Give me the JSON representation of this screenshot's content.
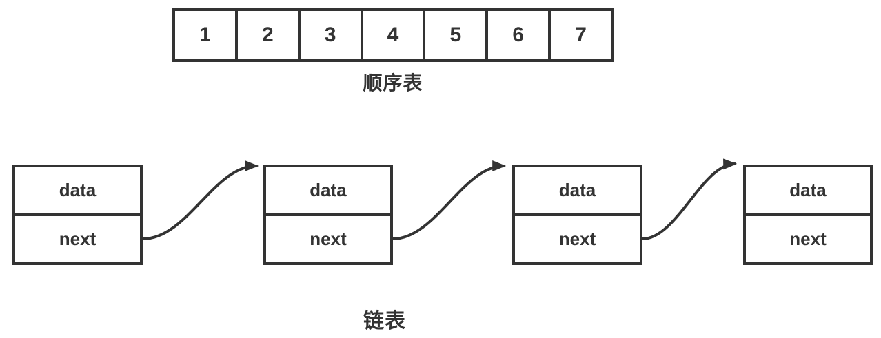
{
  "sequential_list": {
    "label": "顺序表",
    "cells": [
      "1",
      "2",
      "3",
      "4",
      "5",
      "6",
      "7"
    ]
  },
  "linked_list": {
    "label": "链表",
    "nodes": [
      {
        "data": "data",
        "next": "next"
      },
      {
        "data": "data",
        "next": "next"
      },
      {
        "data": "data",
        "next": "next"
      },
      {
        "data": "data",
        "next": "next"
      }
    ]
  },
  "colors": {
    "stroke": "#333333",
    "text": "#333333",
    "background": "#ffffff"
  }
}
